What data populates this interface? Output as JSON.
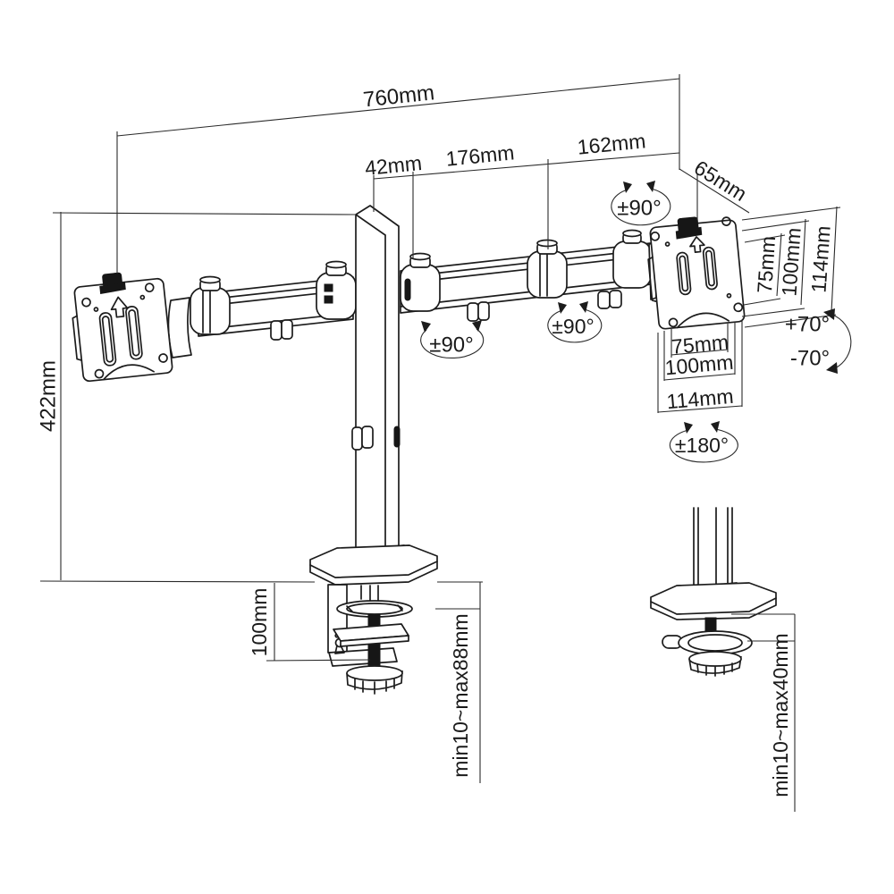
{
  "meta": {
    "type": "technical dimension drawing",
    "subject": "dual monitor desk mount arm",
    "background_color": "#ffffff",
    "line_color": "#1c1c1c",
    "text_color": "#1a1a1a"
  },
  "dims": {
    "overall_width": "760mm",
    "pole_offset": "42mm",
    "arm_segment_inner": "176mm",
    "arm_segment_outer": "162mm",
    "vesa_arm_offset": "65mm",
    "pole_height": "422mm",
    "clamp_height": "100mm",
    "clamp_thickness_range": "min10~max88mm",
    "grommet_thickness_range": "min10~max40mm",
    "vesa_vertical": {
      "slot": "75mm",
      "pattern": "100mm",
      "plate": "114mm"
    },
    "vesa_horizontal": {
      "slot": "75mm",
      "pattern": "100mm",
      "plate": "114mm"
    }
  },
  "rotations": {
    "arm_joint_left": "±90°",
    "arm_joint_right": "±90°",
    "vesa_swivel": "±90°",
    "screen_rotation": "±180°",
    "tilt_up": "+70°",
    "tilt_down": "-70°"
  }
}
